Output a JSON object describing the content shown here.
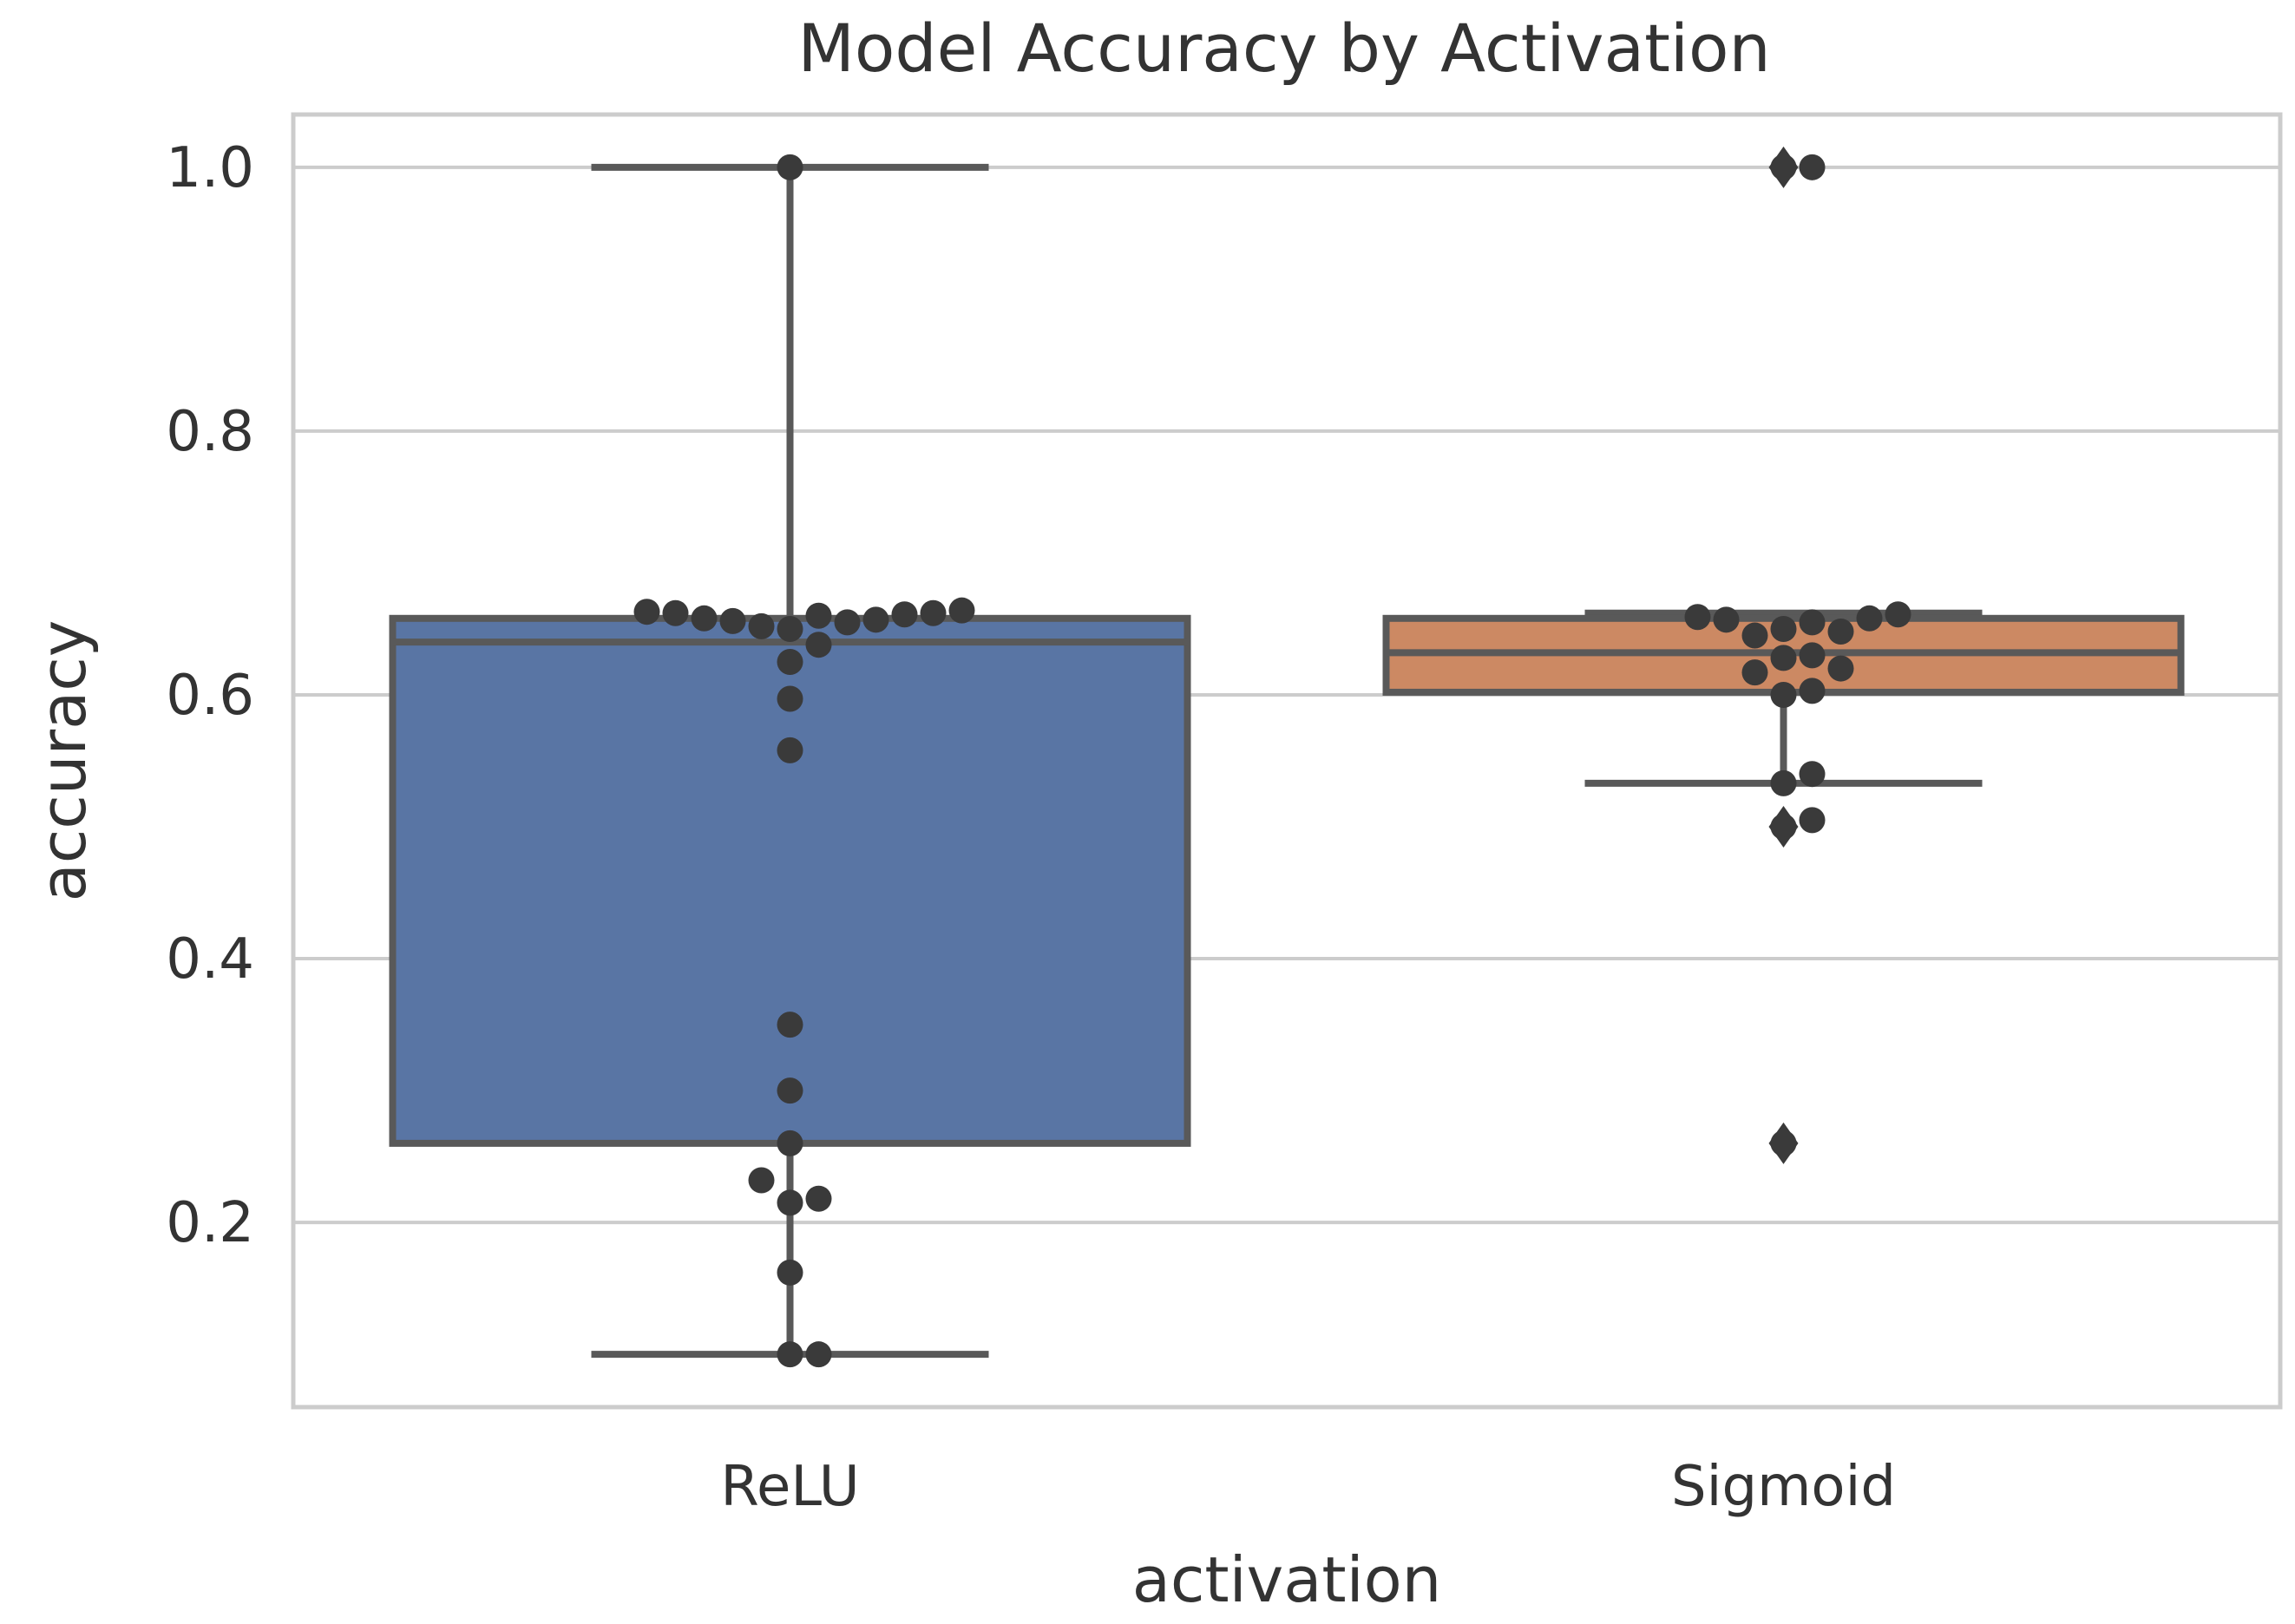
{
  "chart_data": {
    "type": "box",
    "title": "Model Accuracy by Activation",
    "xlabel": "activation",
    "ylabel": "accuracy",
    "ylim": [
      0.06,
      1.04
    ],
    "yticks": [
      "0.2",
      "0.4",
      "0.6",
      "0.8",
      "1.0"
    ],
    "ytick_values": [
      0.2,
      0.4,
      0.6,
      0.8,
      1.0
    ],
    "grid": true,
    "categories": [
      "ReLU",
      "Sigmoid"
    ],
    "colors": {
      "ReLU": "#5975a4",
      "Sigmoid": "#cc8963",
      "line": "#595959",
      "point": "#3a3a3a",
      "grid": "#cccccc",
      "frame": "#cccccc"
    },
    "boxes": [
      {
        "category": "ReLU",
        "whisker_low": 0.1,
        "q1": 0.26,
        "median": 0.64,
        "q3": 0.658,
        "whisker_high": 1.0,
        "outliers": [],
        "points": [
          0.1,
          0.1,
          0.162,
          0.215,
          0.218,
          0.232,
          0.26,
          0.3,
          0.35,
          0.558,
          0.597,
          0.625,
          0.638,
          0.65,
          0.652,
          0.655,
          0.656,
          0.657,
          0.658,
          0.66,
          0.661,
          0.662,
          0.662,
          0.663,
          0.664,
          1.0
        ]
      },
      {
        "category": "Sigmoid",
        "whisker_low": 0.533,
        "q1": 0.602,
        "median": 0.632,
        "q3": 0.658,
        "whisker_high": 0.662,
        "outliers": [
          0.26,
          0.5,
          1.0
        ],
        "points": [
          0.26,
          0.5,
          0.505,
          0.533,
          0.54,
          0.6,
          0.603,
          0.617,
          0.62,
          0.628,
          0.63,
          0.645,
          0.648,
          0.65,
          0.655,
          0.657,
          0.658,
          0.659,
          0.661,
          1.0,
          1.0
        ]
      }
    ]
  }
}
